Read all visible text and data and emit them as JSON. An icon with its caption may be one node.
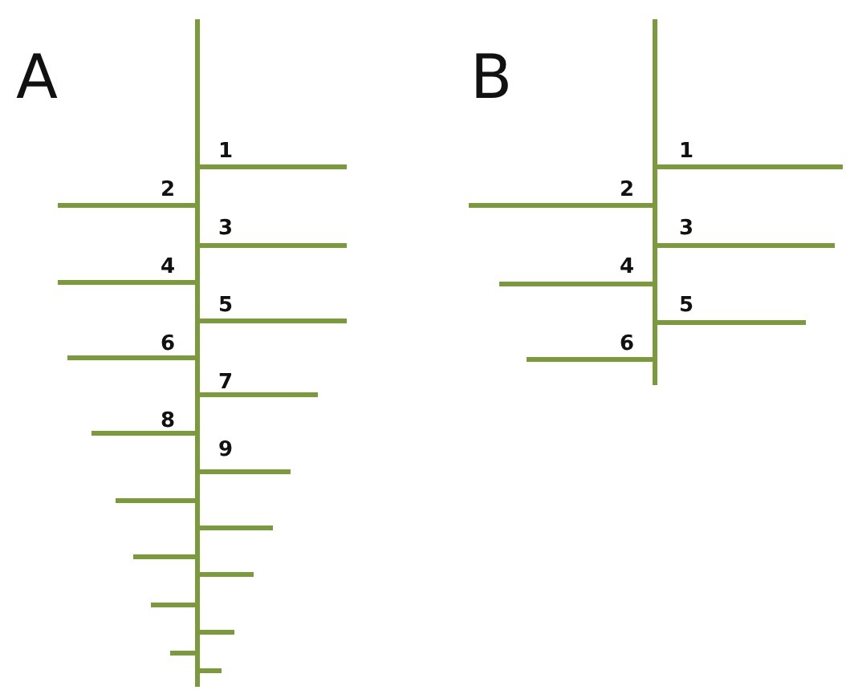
{
  "diagram": {
    "labels": [
      "A",
      "B",
      "1",
      "2",
      "3",
      "4",
      "5",
      "6",
      "7",
      "8",
      "9",
      "1",
      "2",
      "3",
      "4",
      "5",
      "6"
    ]
  }
}
